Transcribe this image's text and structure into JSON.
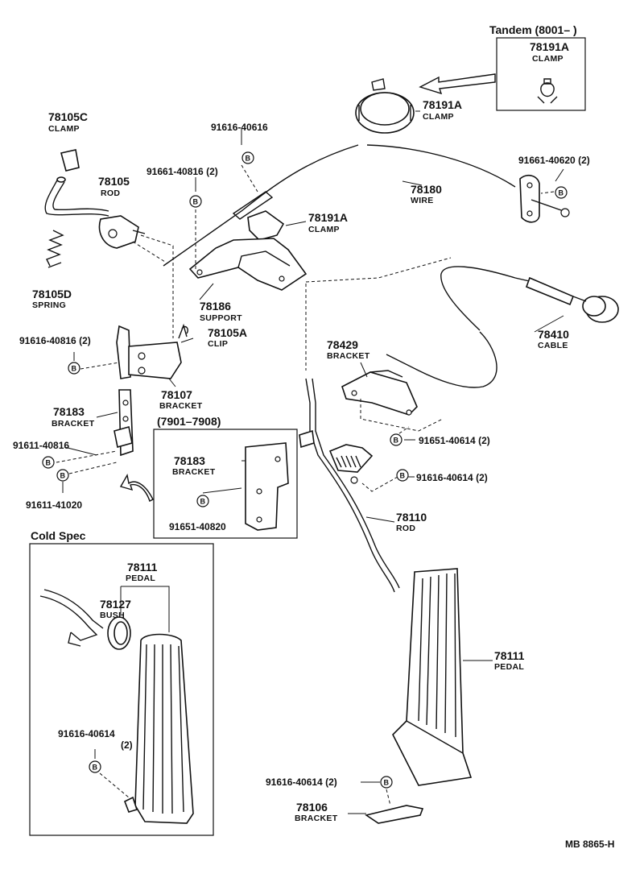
{
  "sections": {
    "tandem": "Tandem (8001–       )",
    "cold_spec": "Cold Spec",
    "years": "(7901–7908)"
  },
  "bolt_symbol": "B",
  "parts": {
    "clamp_78191A_inset": {
      "number": "78191A",
      "name": "CLAMP"
    },
    "clamp_78191A_top": {
      "number": "78191A",
      "name": "CLAMP"
    },
    "clamp_78191A_mid": {
      "number": "78191A",
      "name": "CLAMP"
    },
    "clamp_78105C": {
      "number": "78105C",
      "name": "CLAMP"
    },
    "bolt_91616_40616": {
      "number": "91616-40616"
    },
    "bolt_91661_40816": {
      "number": "91661-40816 (2)"
    },
    "rod_78105": {
      "number": "78105",
      "name": "ROD"
    },
    "wire_78180": {
      "number": "78180",
      "name": "WIRE"
    },
    "bolt_91661_40620": {
      "number": "91661-40620 (2)"
    },
    "spring_78105D": {
      "number": "78105D",
      "name": "SPRING"
    },
    "support_78186": {
      "number": "78186",
      "name": "SUPPORT"
    },
    "clip_78105A": {
      "number": "78105A",
      "name": "CLIP"
    },
    "cable_78410": {
      "number": "78410",
      "name": "CABLE"
    },
    "bolt_91616_40816": {
      "number": "91616-40816 (2)"
    },
    "bracket_78429": {
      "number": "78429",
      "name": "BRACKET"
    },
    "bracket_78107": {
      "number": "78107",
      "name": "BRACKET"
    },
    "bracket_78183_a": {
      "number": "78183",
      "name": "BRACKET"
    },
    "bolt_91651_40614": {
      "number": "91651-40614 (2)"
    },
    "bolt_91611_40816": {
      "number": "91611-40816"
    },
    "bracket_78183_b": {
      "number": "78183",
      "name": "BRACKET"
    },
    "bolt_91616_40614_a": {
      "number": "91616-40614 (2)"
    },
    "bolt_91611_41020": {
      "number": "91611-41020"
    },
    "bolt_91651_40820": {
      "number": "91651-40820"
    },
    "rod_78110": {
      "number": "78110",
      "name": "ROD"
    },
    "pedal_78111_cold": {
      "number": "78111",
      "name": "PEDAL"
    },
    "bush_78127": {
      "number": "78127",
      "name": "BUSH"
    },
    "pedal_78111": {
      "number": "78111",
      "name": "PEDAL"
    },
    "bolt_91616_40614_cold": {
      "number": "91616-40614",
      "qty": "(2)"
    },
    "bolt_91616_40614_b": {
      "number": "91616-40614 (2)"
    },
    "bracket_78106": {
      "number": "78106",
      "name": "BRACKET"
    }
  },
  "diagram_code": "MB 8865-H"
}
